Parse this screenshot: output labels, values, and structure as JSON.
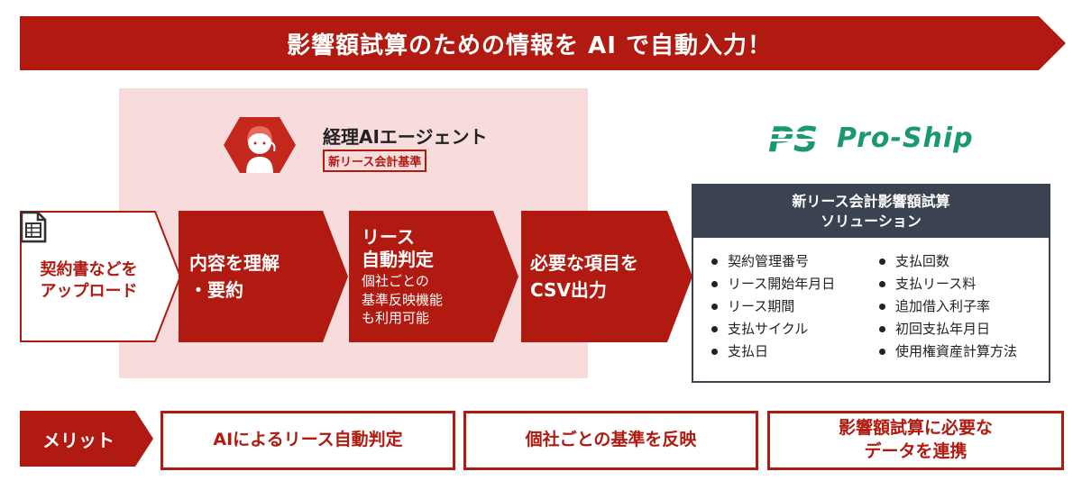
{
  "banner": {
    "title": "影響額試算のための情報を AI で自動入力！"
  },
  "agent_logo": {
    "name": "経理AIエージェント",
    "subtitle": "新リース会計基準"
  },
  "proship_logo": {
    "mark": "PS",
    "wordmark": "Pro-Ship"
  },
  "flow": {
    "upload": {
      "line1": "契約書などを",
      "line2": "アップロード"
    },
    "understand": {
      "line1": "内容を理解",
      "line2": "・要約"
    },
    "lease_judgement": {
      "title1": "リース",
      "title2": "自動判定",
      "desc1": "個社ごとの",
      "desc2": "基準反映機能",
      "desc3": "も利用可能"
    },
    "csv_output": {
      "line1": "必要な項目を",
      "line2": "CSV出力"
    }
  },
  "solution": {
    "title1": "新リース会計影響額試算",
    "title2": "ソリューション",
    "items_left": [
      "契約管理番号",
      "リース開始年月日",
      "リース期間",
      "支払サイクル",
      "支払日"
    ],
    "items_right": [
      "支払回数",
      "支払リース料",
      "追加借入利子率",
      "初回支払年月日",
      "使用権資産計算方法"
    ]
  },
  "merits": {
    "label": "メリット",
    "item1": "AIによるリース自動判定",
    "item2": "個社ごとの基準を反映",
    "item3_line1": "影響額試算に必要な",
    "item3_line2": "データを連携"
  },
  "colors": {
    "accent_red": "#b01a10",
    "pink_bg": "#f8dcdc",
    "navy": "#3b4250",
    "proship_green": "#1a9a6c"
  }
}
